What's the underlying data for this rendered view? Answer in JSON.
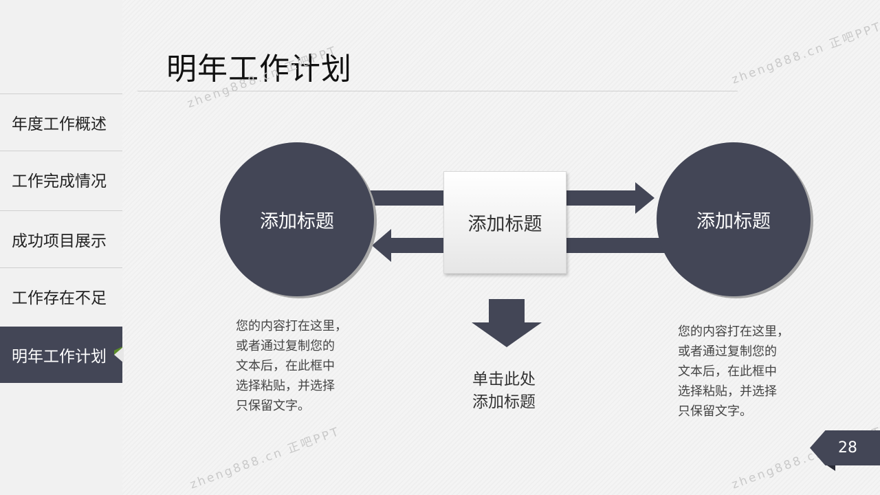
{
  "sidebar": {
    "items": [
      {
        "label": "年度工作概述",
        "active": false
      },
      {
        "label": "工作完成情况",
        "active": false
      },
      {
        "label": "成功项目展示",
        "active": false
      },
      {
        "label": "工作存在不足",
        "active": false
      },
      {
        "label": "明年工作计划",
        "active": true
      }
    ]
  },
  "header": {
    "title": "明年工作计划"
  },
  "diagram": {
    "left_circle_label": "添加标题",
    "center_box_label": "添加标题",
    "right_circle_label": "添加标题",
    "left_description": "您的内容打在这里，\n或者通过复制您的\n文本后，在此框中\n选择粘贴，并选择\n只保留文字。",
    "right_description": "您的内容打在这里，\n或者通过复制您的\n文本后，在此框中\n选择粘贴，并选择\n只保留文字。",
    "bottom_label": "单击此处\n添加标题"
  },
  "watermark": {
    "text": "zheng888.cn 正吧PPT"
  },
  "footer": {
    "page_number": "28"
  },
  "colors": {
    "accent": "#434656",
    "nav_accent": "#5b8c2a"
  }
}
